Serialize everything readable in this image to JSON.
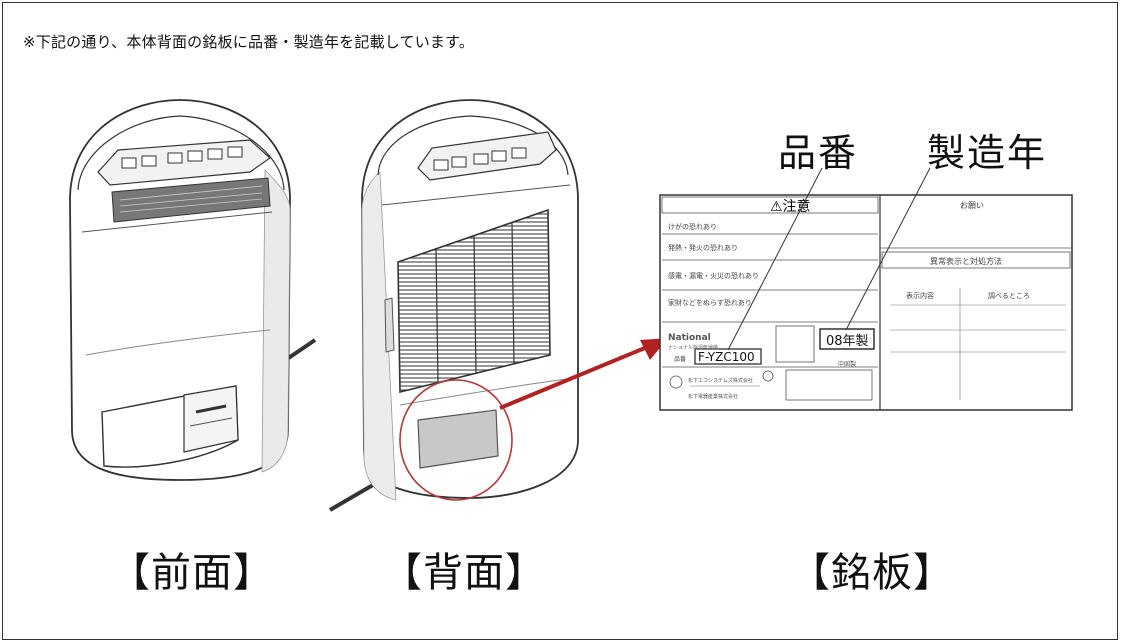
{
  "notice": "※下記の通り、本体背面の銘板に品番・製造年を記載しています。",
  "callouts": {
    "model_number": "品番",
    "manufacture_year": "製造年"
  },
  "captions": {
    "front": "【前面】",
    "back": "【背面】",
    "nameplate": "【銘板】"
  },
  "nameplate": {
    "caution_title": "⚠注意",
    "caution_rows": [
      "けがの恐れあり",
      "発熱・発火の恐れあり",
      "感電・漏電・火災の恐れあり",
      "家財などをぬらす恐れあり"
    ],
    "request_title": "お願い",
    "troubleshoot_title": "異常表示と対処方法",
    "col_display": "表示内容",
    "col_check": "調べるところ",
    "brand": "National",
    "product_name": "ナショナル除湿乾燥機",
    "model_label": "品番",
    "model_value": "F-YZC100",
    "year_value": "08年製",
    "origin": "中国製",
    "maker_1": "松下エコシステムズ株式会社",
    "maker_2": "松下電器産業株式会社"
  },
  "colors": {
    "arrow": "#b22222",
    "circle": "#b33a3a",
    "line": "#333333"
  }
}
